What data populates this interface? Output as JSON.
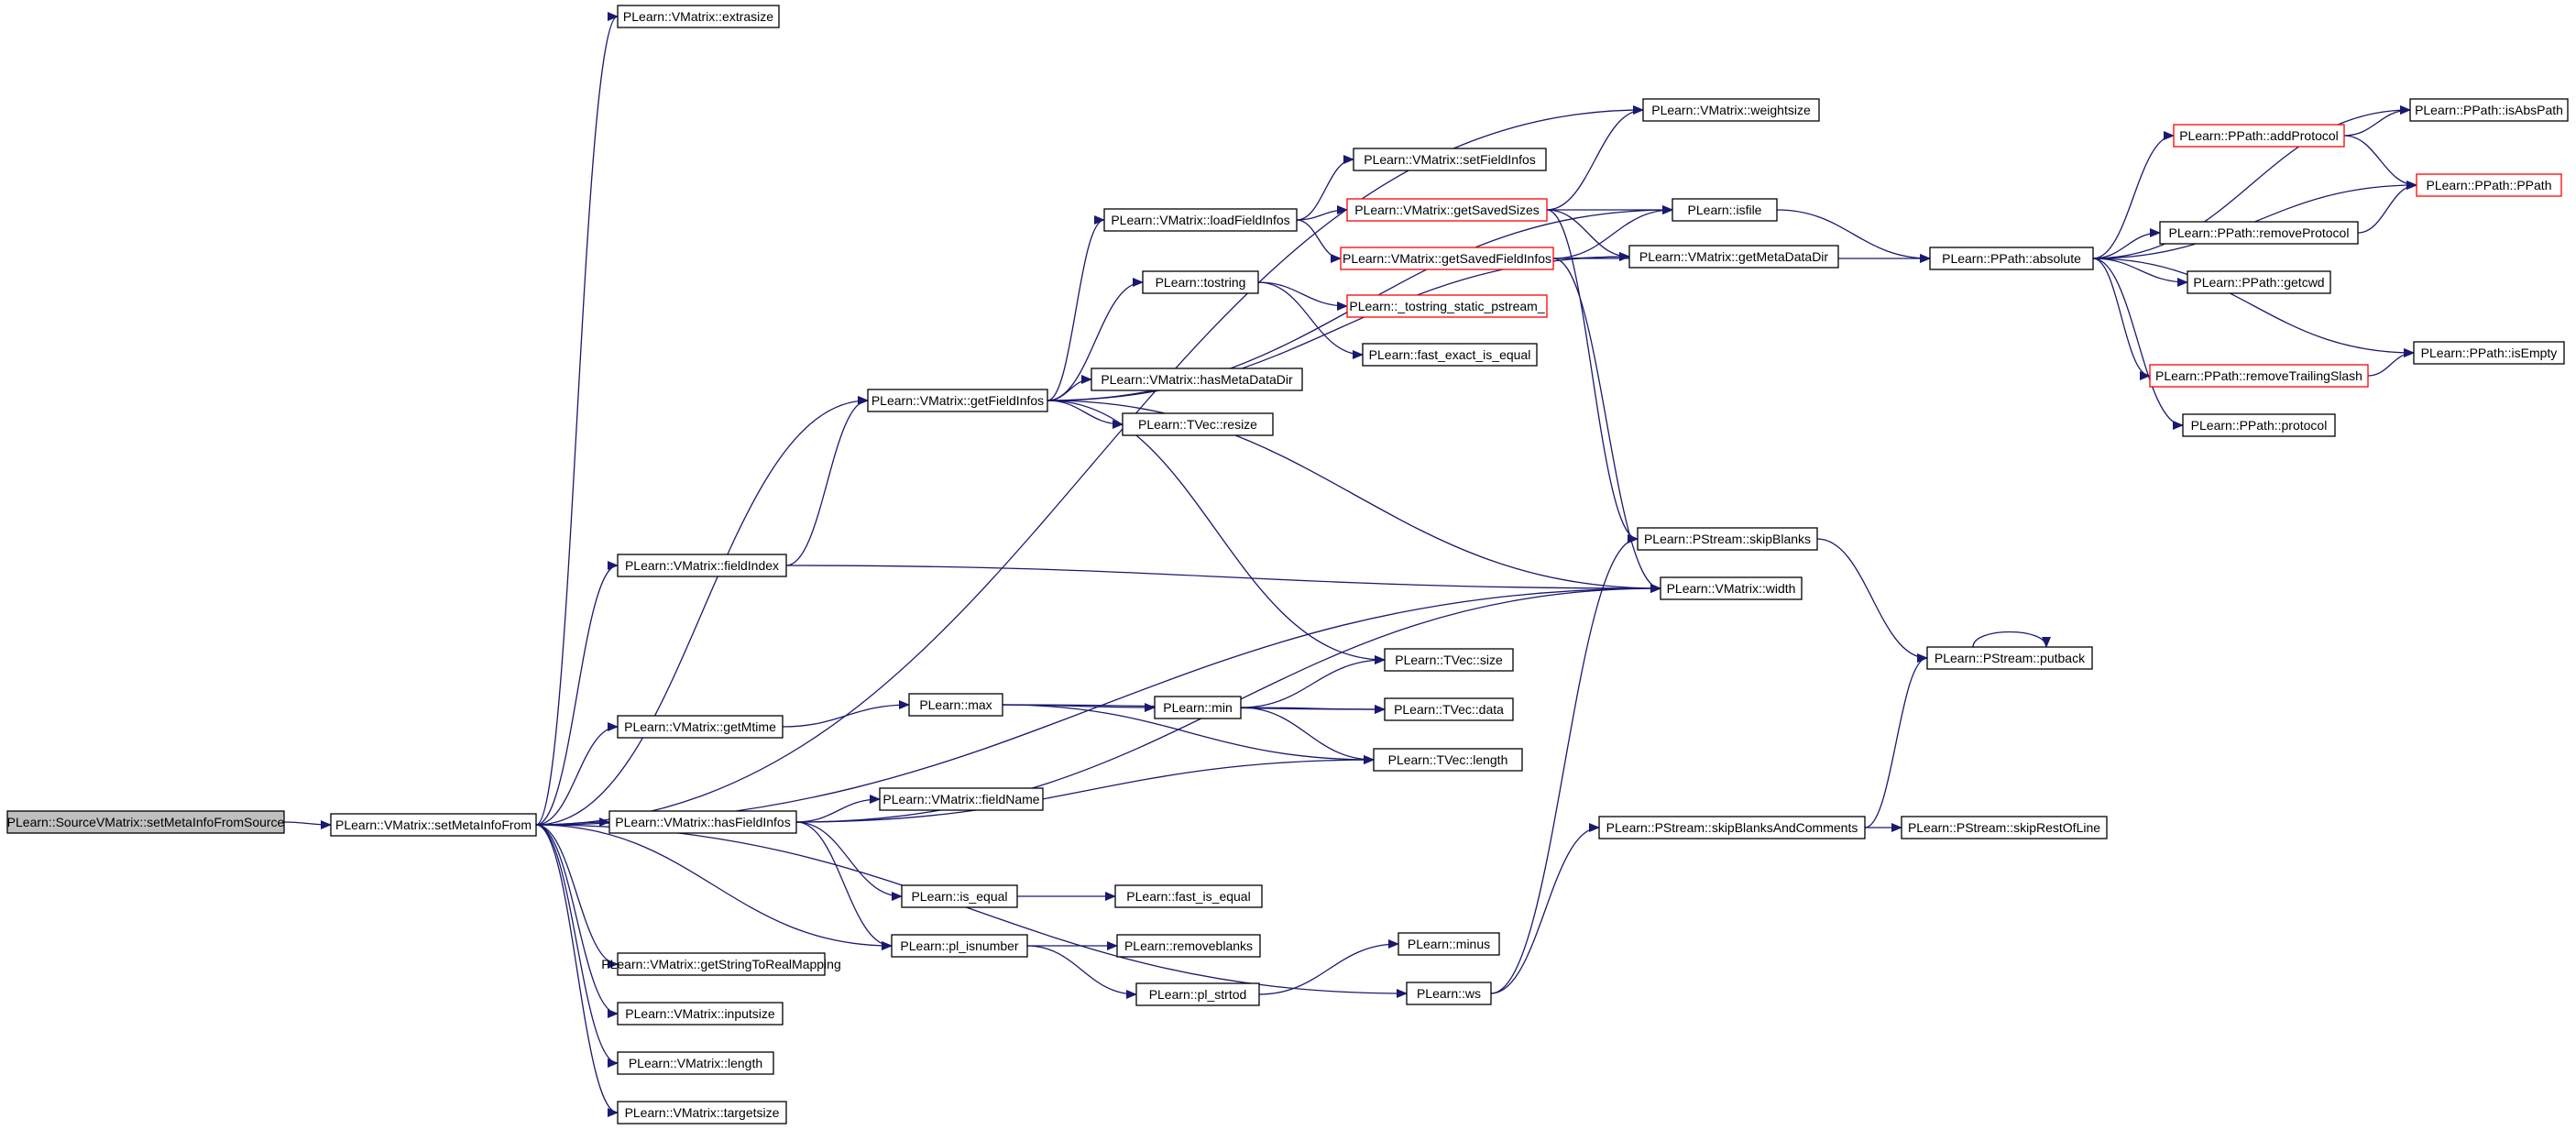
{
  "colors": {
    "edge": "#191970",
    "node_border": "#000000",
    "truncated_border": "#ff0000",
    "root_fill": "#bfbfbf",
    "node_fill": "#ffffff"
  },
  "nodes": [
    {
      "id": "root",
      "label": "PLearn::SourceVMatrix::setMetaInfoFromSource",
      "style": "root"
    },
    {
      "id": "setMetaInfoFrom",
      "label": "PLearn::VMatrix::setMetaInfoFrom",
      "style": "normal"
    },
    {
      "id": "extrasize",
      "label": "PLearn::VMatrix::extrasize",
      "style": "normal"
    },
    {
      "id": "fieldIndex",
      "label": "PLearn::VMatrix::fieldIndex",
      "style": "normal"
    },
    {
      "id": "getMtime",
      "label": "PLearn::VMatrix::getMtime",
      "style": "normal"
    },
    {
      "id": "hasFieldInfos",
      "label": "PLearn::VMatrix::hasFieldInfos",
      "style": "normal"
    },
    {
      "id": "getStringToRealMapping",
      "label": "PLearn::VMatrix::getStringToRealMapping",
      "style": "normal"
    },
    {
      "id": "inputsize",
      "label": "PLearn::VMatrix::inputsize",
      "style": "normal"
    },
    {
      "id": "length",
      "label": "PLearn::VMatrix::length",
      "style": "normal"
    },
    {
      "id": "targetsize",
      "label": "PLearn::VMatrix::targetsize",
      "style": "normal"
    },
    {
      "id": "getFieldInfos",
      "label": "PLearn::VMatrix::getFieldInfos",
      "style": "normal"
    },
    {
      "id": "max",
      "label": "PLearn::max",
      "style": "normal"
    },
    {
      "id": "fieldName",
      "label": "PLearn::VMatrix::fieldName",
      "style": "normal"
    },
    {
      "id": "is_equal",
      "label": "PLearn::is_equal",
      "style": "normal"
    },
    {
      "id": "pl_isnumber",
      "label": "PLearn::pl_isnumber",
      "style": "normal"
    },
    {
      "id": "loadFieldInfos",
      "label": "PLearn::VMatrix::loadFieldInfos",
      "style": "normal"
    },
    {
      "id": "tostring",
      "label": "PLearn::tostring",
      "style": "normal"
    },
    {
      "id": "hasMetaDataDir",
      "label": "PLearn::VMatrix::hasMetaDataDir",
      "style": "normal"
    },
    {
      "id": "tvec_resize",
      "label": "PLearn::TVec::resize",
      "style": "normal"
    },
    {
      "id": "min",
      "label": "PLearn::min",
      "style": "normal"
    },
    {
      "id": "fast_is_equal",
      "label": "PLearn::fast_is_equal",
      "style": "normal"
    },
    {
      "id": "removeblanks",
      "label": "PLearn::removeblanks",
      "style": "normal"
    },
    {
      "id": "pl_strtod",
      "label": "PLearn::pl_strtod",
      "style": "normal"
    },
    {
      "id": "setFieldInfos",
      "label": "PLearn::VMatrix::setFieldInfos",
      "style": "normal"
    },
    {
      "id": "getSavedSizes",
      "label": "PLearn::VMatrix::getSavedSizes",
      "style": "truncated"
    },
    {
      "id": "getSavedFieldInfos",
      "label": "PLearn::VMatrix::getSavedFieldInfos",
      "style": "truncated"
    },
    {
      "id": "tostring_static",
      "label": "PLearn::_tostring_static_pstream_",
      "style": "truncated"
    },
    {
      "id": "fast_exact_is_equal",
      "label": "PLearn::fast_exact_is_equal",
      "style": "normal"
    },
    {
      "id": "tvec_size",
      "label": "PLearn::TVec::size",
      "style": "normal"
    },
    {
      "id": "tvec_data",
      "label": "PLearn::TVec::data",
      "style": "normal"
    },
    {
      "id": "tvec_length",
      "label": "PLearn::TVec::length",
      "style": "normal"
    },
    {
      "id": "minus",
      "label": "PLearn::minus",
      "style": "normal"
    },
    {
      "id": "ws",
      "label": "PLearn::ws",
      "style": "normal"
    },
    {
      "id": "weightsize",
      "label": "PLearn::VMatrix::weightsize",
      "style": "normal"
    },
    {
      "id": "isfile",
      "label": "PLearn::isfile",
      "style": "normal"
    },
    {
      "id": "getMetaDataDir",
      "label": "PLearn::VMatrix::getMetaDataDir",
      "style": "normal"
    },
    {
      "id": "skipBlanks",
      "label": "PLearn::PStream::skipBlanks",
      "style": "normal"
    },
    {
      "id": "width",
      "label": "PLearn::VMatrix::width",
      "style": "normal"
    },
    {
      "id": "skipBlanksAndComments",
      "label": "PLearn::PStream::skipBlanksAndComments",
      "style": "normal"
    },
    {
      "id": "absolute",
      "label": "PLearn::PPath::absolute",
      "style": "normal"
    },
    {
      "id": "putback",
      "label": "PLearn::PStream::putback",
      "style": "normal"
    },
    {
      "id": "skipRestOfLine",
      "label": "PLearn::PStream::skipRestOfLine",
      "style": "normal"
    },
    {
      "id": "addProtocol",
      "label": "PLearn::PPath::addProtocol",
      "style": "truncated"
    },
    {
      "id": "removeProtocol",
      "label": "PLearn::PPath::removeProtocol",
      "style": "normal"
    },
    {
      "id": "getcwd",
      "label": "PLearn::PPath::getcwd",
      "style": "normal"
    },
    {
      "id": "removeTrailingSlash",
      "label": "PLearn::PPath::removeTrailingSlash",
      "style": "truncated"
    },
    {
      "id": "protocol",
      "label": "PLearn::PPath::protocol",
      "style": "normal"
    },
    {
      "id": "isAbsPath",
      "label": "PLearn::PPath::isAbsPath",
      "style": "normal"
    },
    {
      "id": "ppath",
      "label": "PLearn::PPath::PPath",
      "style": "truncated"
    },
    {
      "id": "isEmpty",
      "label": "PLearn::PPath::isEmpty",
      "style": "normal"
    }
  ],
  "edges": [
    {
      "from": "root",
      "to": "setMetaInfoFrom"
    },
    {
      "from": "setMetaInfoFrom",
      "to": "extrasize"
    },
    {
      "from": "setMetaInfoFrom",
      "to": "weightsize"
    },
    {
      "from": "setMetaInfoFrom",
      "to": "getFieldInfos"
    },
    {
      "from": "setMetaInfoFrom",
      "to": "fieldIndex"
    },
    {
      "from": "setMetaInfoFrom",
      "to": "width"
    },
    {
      "from": "setMetaInfoFrom",
      "to": "getMtime"
    },
    {
      "from": "setMetaInfoFrom",
      "to": "hasFieldInfos"
    },
    {
      "from": "setMetaInfoFrom",
      "to": "pl_isnumber"
    },
    {
      "from": "setMetaInfoFrom",
      "to": "ws"
    },
    {
      "from": "setMetaInfoFrom",
      "to": "getStringToRealMapping"
    },
    {
      "from": "setMetaInfoFrom",
      "to": "inputsize"
    },
    {
      "from": "setMetaInfoFrom",
      "to": "length"
    },
    {
      "from": "setMetaInfoFrom",
      "to": "targetsize"
    },
    {
      "from": "fieldIndex",
      "to": "getFieldInfos"
    },
    {
      "from": "fieldIndex",
      "to": "width"
    },
    {
      "from": "getMtime",
      "to": "max"
    },
    {
      "from": "hasFieldInfos",
      "to": "fieldName"
    },
    {
      "from": "hasFieldInfos",
      "to": "is_equal"
    },
    {
      "from": "hasFieldInfos",
      "to": "pl_isnumber"
    },
    {
      "from": "hasFieldInfos",
      "to": "tvec_length"
    },
    {
      "from": "hasFieldInfos",
      "to": "width"
    },
    {
      "from": "getFieldInfos",
      "to": "loadFieldInfos"
    },
    {
      "from": "getFieldInfos",
      "to": "tostring"
    },
    {
      "from": "getFieldInfos",
      "to": "hasMetaDataDir"
    },
    {
      "from": "getFieldInfos",
      "to": "tvec_resize"
    },
    {
      "from": "getFieldInfos",
      "to": "isfile"
    },
    {
      "from": "getFieldInfos",
      "to": "getMetaDataDir"
    },
    {
      "from": "getFieldInfos",
      "to": "width"
    },
    {
      "from": "getFieldInfos",
      "to": "tvec_size"
    },
    {
      "from": "loadFieldInfos",
      "to": "setFieldInfos"
    },
    {
      "from": "loadFieldInfos",
      "to": "getSavedSizes"
    },
    {
      "from": "loadFieldInfos",
      "to": "getSavedFieldInfos"
    },
    {
      "from": "getSavedSizes",
      "to": "weightsize"
    },
    {
      "from": "getSavedSizes",
      "to": "isfile"
    },
    {
      "from": "getSavedSizes",
      "to": "getMetaDataDir"
    },
    {
      "from": "getSavedSizes",
      "to": "skipBlanks"
    },
    {
      "from": "getSavedFieldInfos",
      "to": "isfile"
    },
    {
      "from": "getSavedFieldInfos",
      "to": "getMetaDataDir"
    },
    {
      "from": "getSavedFieldInfos",
      "to": "absolute"
    },
    {
      "from": "getSavedFieldInfos",
      "to": "width"
    },
    {
      "from": "tostring",
      "to": "tostring_static"
    },
    {
      "from": "tostring",
      "to": "fast_exact_is_equal"
    },
    {
      "from": "max",
      "to": "min"
    },
    {
      "from": "max",
      "to": "tvec_data"
    },
    {
      "from": "max",
      "to": "tvec_length"
    },
    {
      "from": "min",
      "to": "tvec_size"
    },
    {
      "from": "min",
      "to": "tvec_data"
    },
    {
      "from": "min",
      "to": "tvec_length"
    },
    {
      "from": "is_equal",
      "to": "fast_is_equal"
    },
    {
      "from": "pl_isnumber",
      "to": "removeblanks"
    },
    {
      "from": "pl_isnumber",
      "to": "pl_strtod"
    },
    {
      "from": "pl_strtod",
      "to": "minus"
    },
    {
      "from": "ws",
      "to": "skipBlanks"
    },
    {
      "from": "ws",
      "to": "skipBlanksAndComments"
    },
    {
      "from": "isfile",
      "to": "absolute"
    },
    {
      "from": "skipBlanks",
      "to": "putback"
    },
    {
      "from": "skipBlanksAndComments",
      "to": "putback"
    },
    {
      "from": "skipBlanksAndComments",
      "to": "skipRestOfLine"
    },
    {
      "from": "putback",
      "to": "putback"
    },
    {
      "from": "absolute",
      "to": "addProtocol"
    },
    {
      "from": "absolute",
      "to": "isAbsPath"
    },
    {
      "from": "absolute",
      "to": "ppath"
    },
    {
      "from": "absolute",
      "to": "removeProtocol"
    },
    {
      "from": "absolute",
      "to": "getcwd"
    },
    {
      "from": "absolute",
      "to": "isEmpty"
    },
    {
      "from": "absolute",
      "to": "removeTrailingSlash"
    },
    {
      "from": "absolute",
      "to": "protocol"
    },
    {
      "from": "addProtocol",
      "to": "isAbsPath"
    },
    {
      "from": "addProtocol",
      "to": "ppath"
    },
    {
      "from": "removeProtocol",
      "to": "ppath"
    },
    {
      "from": "removeTrailingSlash",
      "to": "isEmpty"
    }
  ]
}
